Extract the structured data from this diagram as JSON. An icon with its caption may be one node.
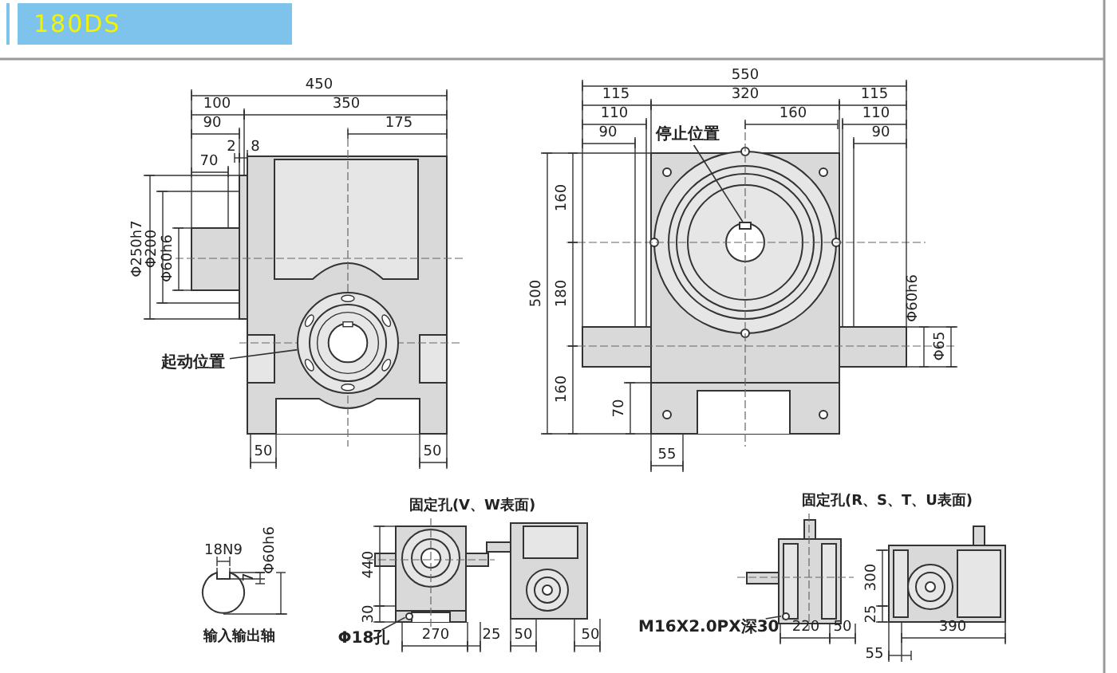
{
  "diagram": {
    "title": "180DS",
    "nodes": [
      {
        "text": [
          "起动位置"
        ]
      },
      {
        "text": [],
        "shape": "circle"
      },
      {
        "text": [
          "停止位置"
        ]
      },
      {
        "text": [],
        "shape": "box"
      },
      {
        "text": [
          "Φ18孔"
        ]
      },
      {
        "text": [],
        "shape": "circle"
      },
      {
        "text": [
          "M16X2.0PX深30"
        ]
      },
      {
        "text": [],
        "shape": "circle"
      }
    ],
    "edges": [
      {
        "from": 0,
        "to": 1,
        "arrow": "none"
      },
      {
        "from": 2,
        "to": 3,
        "arrow": "none"
      },
      {
        "from": 4,
        "to": 5,
        "arrow": "none"
      },
      {
        "from": 6,
        "to": 7,
        "arrow": "none"
      }
    ],
    "labels": [
      "450",
      "100",
      "350",
      "90",
      "2",
      "8",
      "175",
      "70",
      "Φ250h7",
      "Φ200",
      "Φ60h6",
      "50",
      "50",
      "550",
      "115",
      "320",
      "115",
      "110",
      "160",
      "110",
      "90",
      "90",
      "500",
      "160",
      "180",
      "160",
      "70",
      "55",
      "Φ60h6",
      "Φ65",
      "18N9",
      "7",
      "Φ60h6",
      "输入输出轴",
      "固定孔(V、W表面)",
      "440",
      "30",
      "270",
      "25",
      "50",
      "50",
      "固定孔(R、S、T、U表面)",
      "300",
      "25",
      "220",
      "50",
      "390",
      "55"
    ]
  }
}
